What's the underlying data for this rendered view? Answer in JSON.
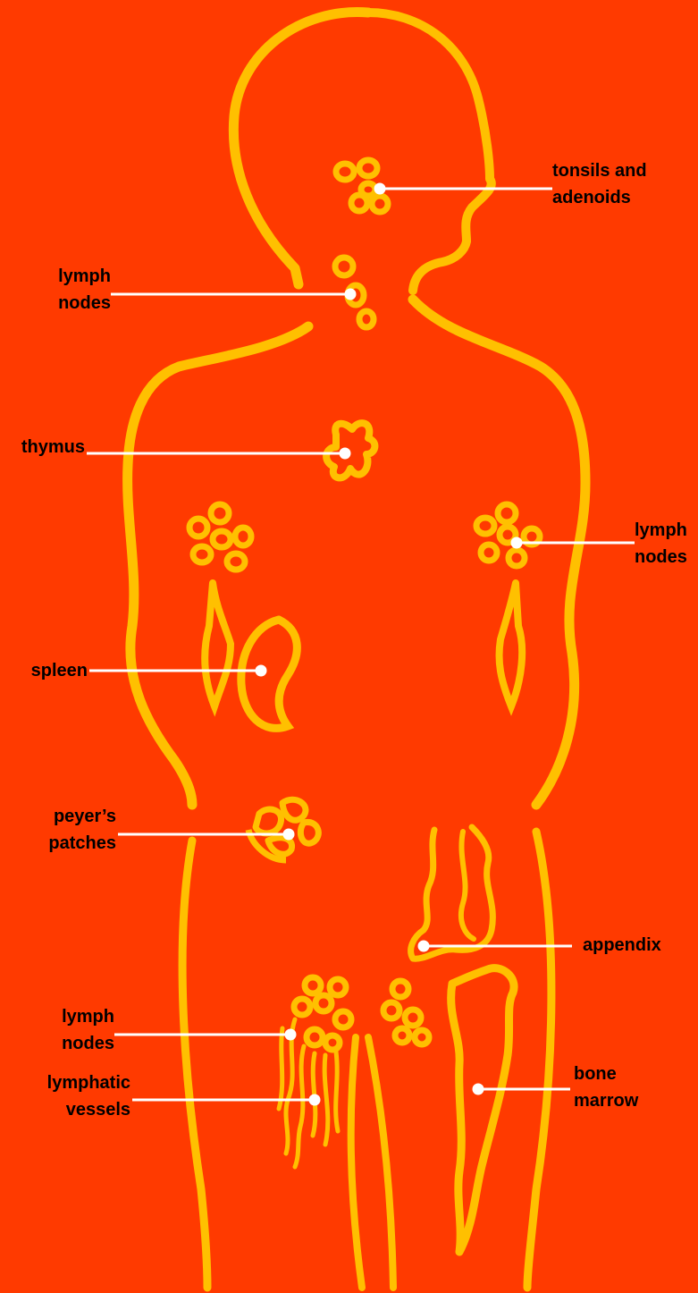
{
  "colors": {
    "background": "#FF3A00",
    "organ": "#FFC000",
    "leader": "#FFFFFF",
    "text": "#000000"
  },
  "labels": {
    "tonsils": {
      "line1": "tonsils and",
      "line2": "adenoids"
    },
    "neck_nodes": {
      "line1": "lymph",
      "line2": "nodes"
    },
    "thymus": {
      "line1": "thymus"
    },
    "armpit_nodes": {
      "line1": "lymph",
      "line2": "nodes"
    },
    "spleen": {
      "line1": "spleen"
    },
    "peyers": {
      "line1": "peyer’s",
      "line2": "patches"
    },
    "appendix": {
      "line1": "appendix"
    },
    "groin_nodes": {
      "line1": "lymph",
      "line2": "nodes"
    },
    "lymphatic_vessels": {
      "line1": "lymphatic",
      "line2": "vessels"
    },
    "bone_marrow": {
      "line1": "bone",
      "line2": "marrow"
    }
  }
}
